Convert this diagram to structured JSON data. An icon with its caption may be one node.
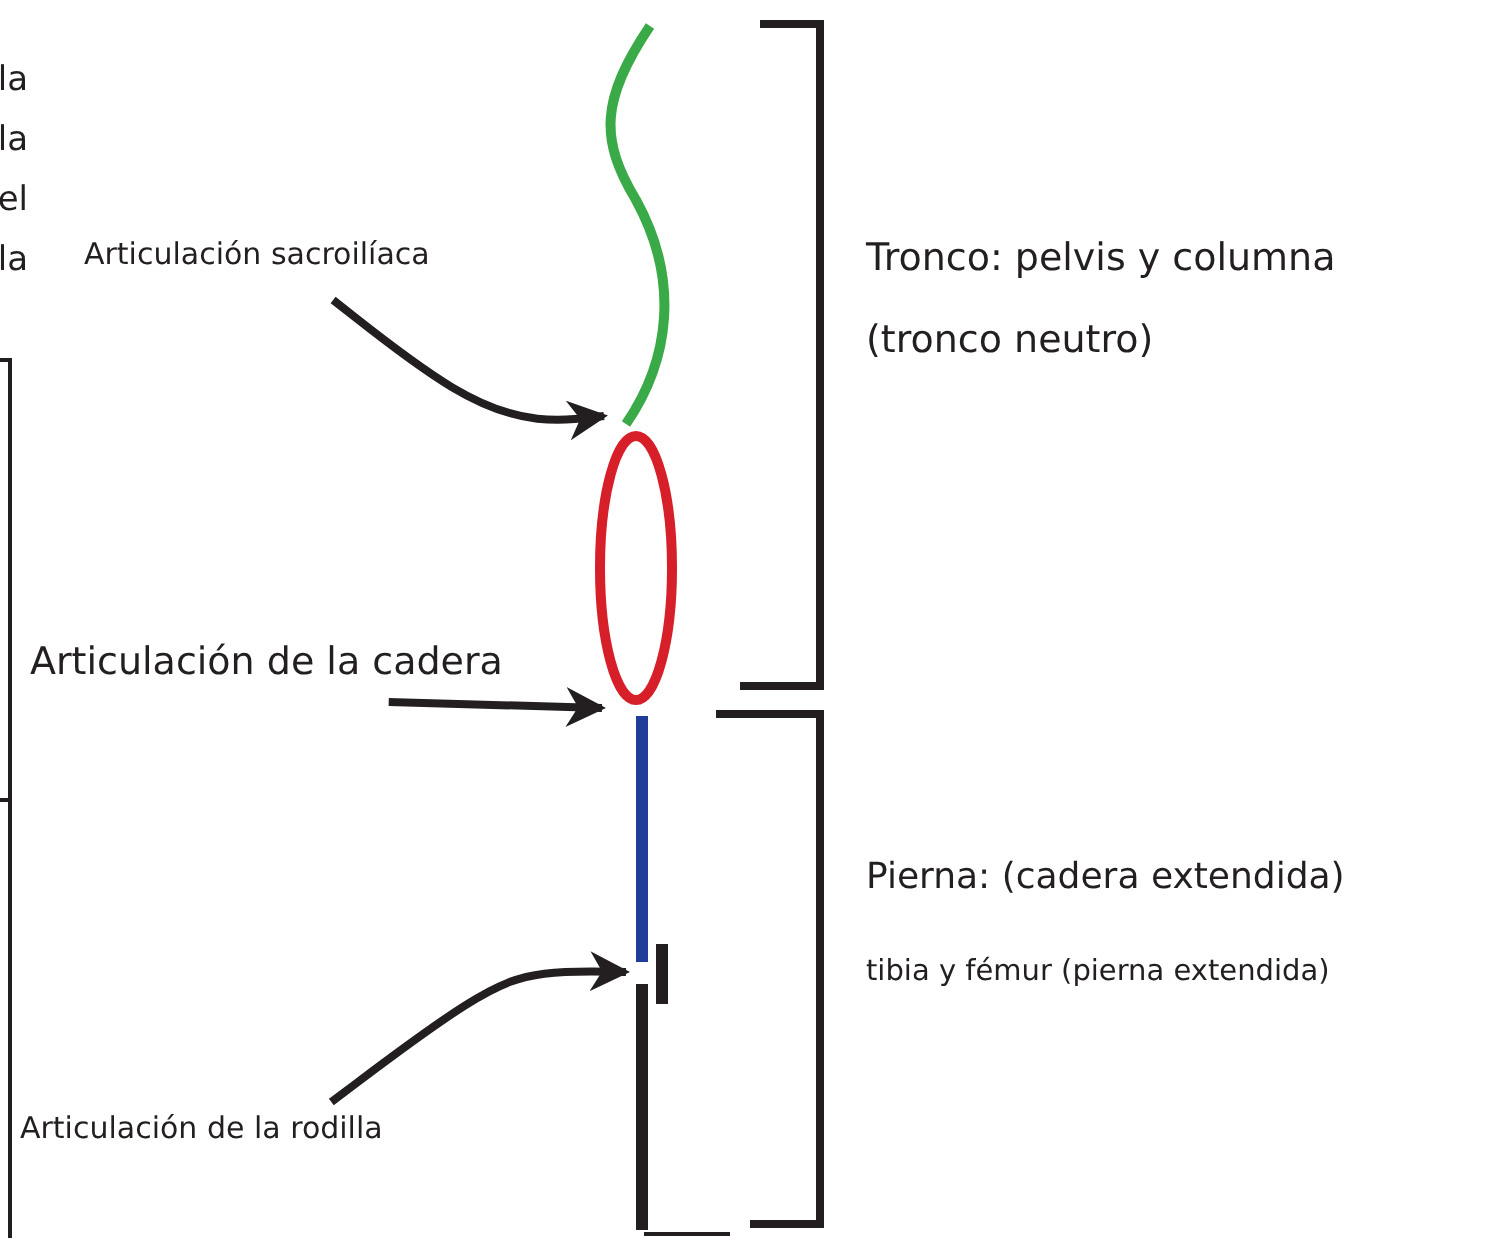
{
  "diagram": {
    "nodes": [
      {
        "text": [
          "Articulación sacroilíaca"
        ]
      },
      {
        "text": [
          "Articulación de la cadera"
        ]
      },
      {
        "text": [
          "Articulación de la rodilla"
        ]
      }
    ],
    "edges": [
      {
        "from": 0,
        "to": null,
        "arrow": "to"
      },
      {
        "from": 1,
        "to": null,
        "arrow": "to"
      },
      {
        "from": 2,
        "to": null,
        "arrow": "to"
      }
    ],
    "labels": [
      "la",
      "la",
      "el",
      "la",
      "Tronco: pelvis y columna",
      "(tronco neutro)",
      "Pierna: (cadera extendida)",
      "tibia y fémur (pierna extendida)"
    ]
  }
}
